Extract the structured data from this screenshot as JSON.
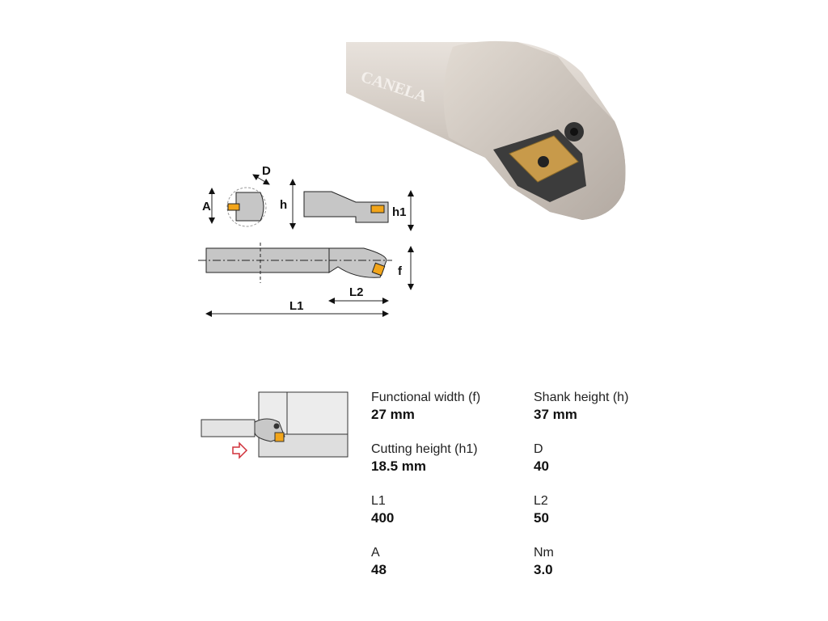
{
  "product_photo": {
    "brand_text": "CANELA"
  },
  "diagram": {
    "labels": {
      "A": "A",
      "D": "D",
      "h": "h",
      "h1": "h1",
      "f": "f",
      "L1": "L1",
      "L2": "L2"
    }
  },
  "specs": [
    {
      "label": "Functional width (f)",
      "value": "27 mm"
    },
    {
      "label": "Shank height (h)",
      "value": "37 mm"
    },
    {
      "label": "Cutting height (h1)",
      "value": "18.5 mm"
    },
    {
      "label": "D",
      "value": "40"
    },
    {
      "label": "L1",
      "value": "400"
    },
    {
      "label": "L2",
      "value": "50"
    },
    {
      "label": "A",
      "value": "48"
    },
    {
      "label": "Nm",
      "value": "3.0"
    }
  ],
  "colors": {
    "insert": "#f2a51a",
    "body": "#c8c8c8",
    "arrow": "#d0303a"
  }
}
